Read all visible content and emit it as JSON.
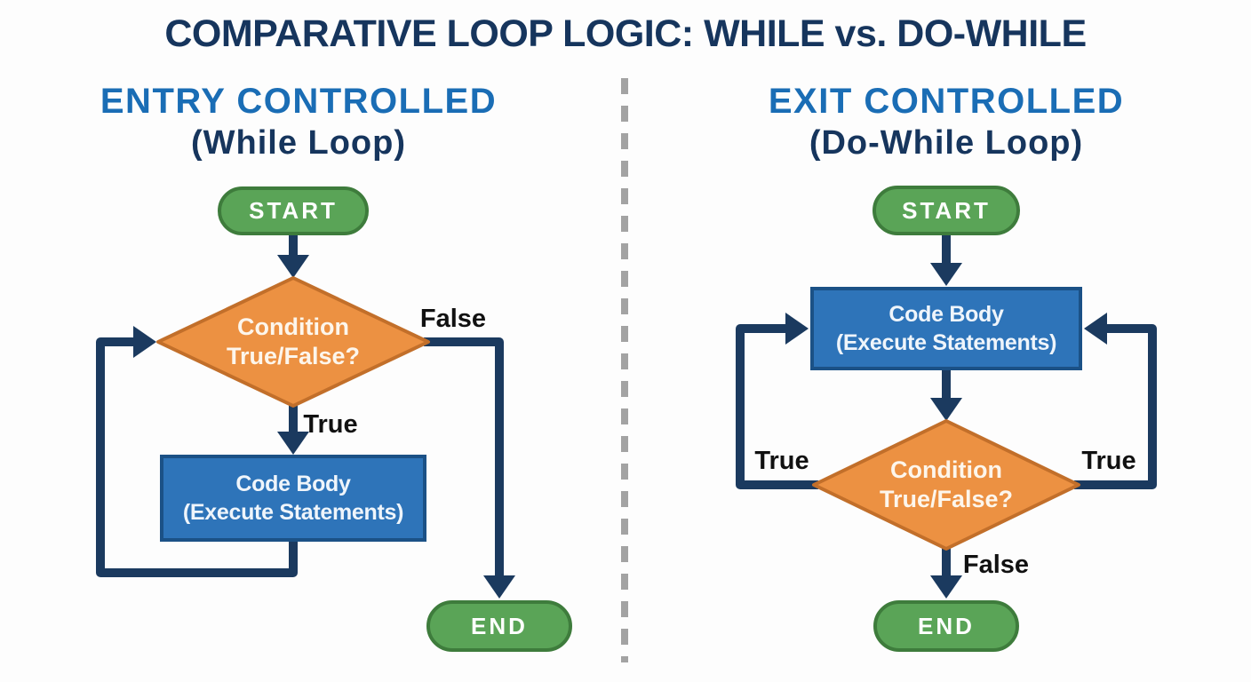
{
  "title": "COMPARATIVE LOOP LOGIC: WHILE vs. DO-WHILE",
  "colors": {
    "title_navy": "#16355D",
    "heading_blue": "#1A6DB5",
    "connector_navy": "#1B3A5F",
    "node_green": "#5AA457",
    "node_green_border": "#3E7C3C",
    "node_orange": "#EC9142",
    "node_orange_border": "#C26F2A",
    "node_blue": "#2E74B9",
    "node_blue_border": "#1B5186",
    "edge_label_black": "#111111",
    "divider_gray": "#A3A3A3"
  },
  "left": {
    "heading": "ENTRY CONTROLLED",
    "subheading": "(While Loop)",
    "start": "START",
    "condition": {
      "line1": "Condition",
      "line2": "True/False?"
    },
    "body": {
      "line1": "Code Body",
      "line2": "(Execute Statements)"
    },
    "end": "END",
    "labels": {
      "false": "False",
      "true": "True"
    }
  },
  "right": {
    "heading": "EXIT CONTROLLED",
    "subheading": "(Do-While Loop)",
    "start": "START",
    "body": {
      "line1": "Code Body",
      "line2": "(Execute Statements)"
    },
    "condition": {
      "line1": "Condition",
      "line2": "True/False?"
    },
    "end": "END",
    "labels": {
      "true_left": "True",
      "true_right": "True",
      "false": "False"
    }
  }
}
